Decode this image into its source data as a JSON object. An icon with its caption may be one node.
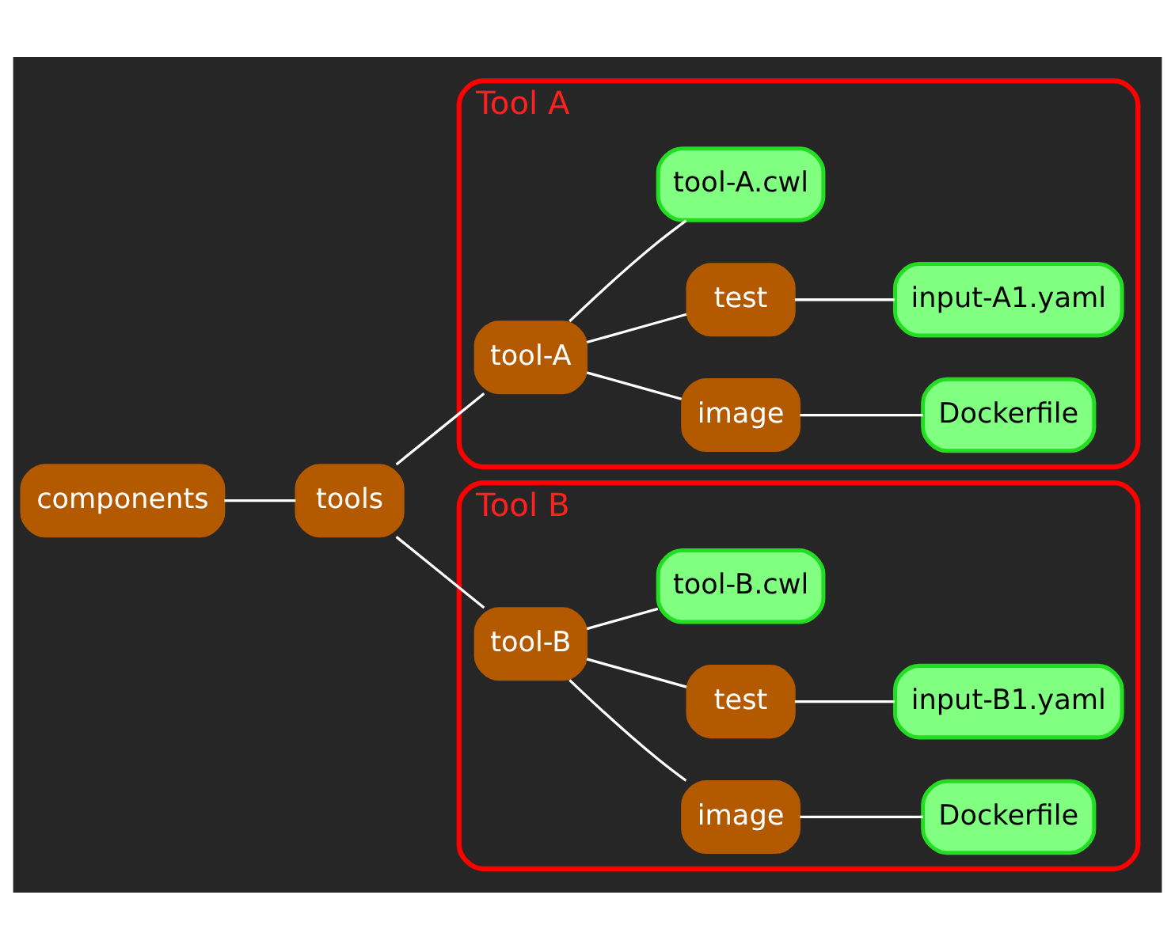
{
  "diagram": {
    "nodes": [
      {
        "text": [
          "components"
        ]
      },
      {
        "text": [
          "tools"
        ]
      },
      {
        "text": [
          "Tool A"
        ]
      },
      {
        "text": [
          "tool-A"
        ],
        "in": 2
      },
      {
        "text": [
          "image"
        ],
        "in": 2
      },
      {
        "text": [
          "Dockerfile"
        ],
        "in": 2
      },
      {
        "text": [
          "test"
        ],
        "in": 2
      },
      {
        "text": [
          "input-A1.yaml"
        ],
        "in": 2
      },
      {
        "text": [
          "tool-A.cwl"
        ],
        "in": 2
      },
      {
        "text": [
          "Tool B"
        ]
      },
      {
        "text": [
          "tool-B"
        ],
        "in": 9
      },
      {
        "text": [
          "image"
        ],
        "in": 9
      },
      {
        "text": [
          "Dockerfile"
        ],
        "in": 9
      },
      {
        "text": [
          "test"
        ],
        "in": 9
      },
      {
        "text": [
          "input-B1.yaml"
        ],
        "in": 9
      },
      {
        "text": [
          "tool-B.cwl"
        ],
        "in": 9
      }
    ],
    "edges": [
      {
        "from": 0,
        "to": 1,
        "arrow": "none"
      },
      {
        "from": 1,
        "to": 3,
        "arrow": "none"
      },
      {
        "from": 3,
        "to": 4,
        "arrow": "none"
      },
      {
        "from": 4,
        "to": 5,
        "arrow": "none"
      },
      {
        "from": 3,
        "to": 6,
        "arrow": "none"
      },
      {
        "from": 6,
        "to": 7,
        "arrow": "none"
      },
      {
        "from": 3,
        "to": 8,
        "arrow": "none"
      },
      {
        "from": 1,
        "to": 10,
        "arrow": "none"
      },
      {
        "from": 10,
        "to": 11,
        "arrow": "none"
      },
      {
        "from": 11,
        "to": 12,
        "arrow": "none"
      },
      {
        "from": 10,
        "to": 13,
        "arrow": "none"
      },
      {
        "from": 13,
        "to": 14,
        "arrow": "none"
      },
      {
        "from": 10,
        "to": 15,
        "arrow": "none"
      }
    ]
  }
}
